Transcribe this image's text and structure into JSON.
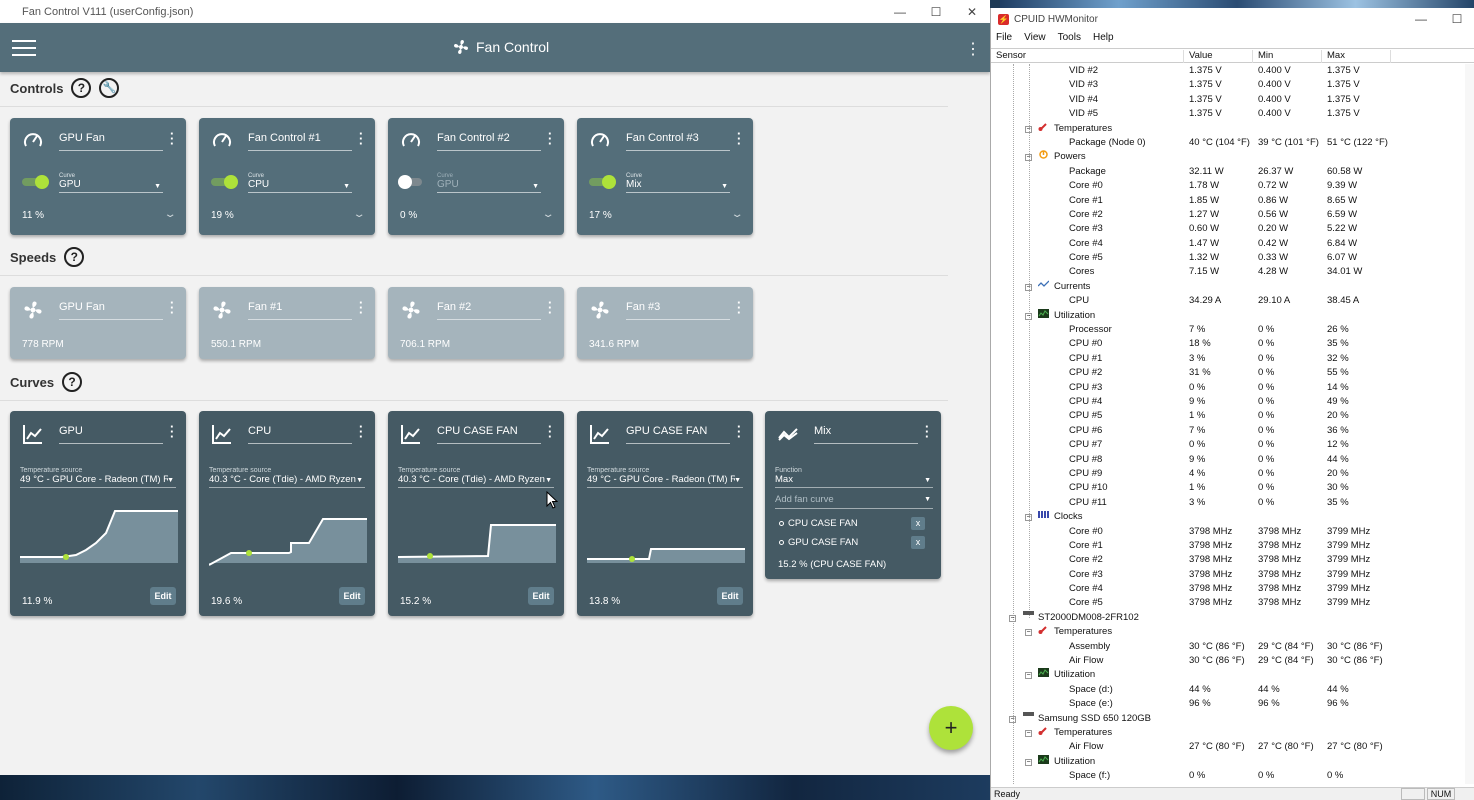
{
  "fan_control": {
    "window_title": "Fan Control V111 (userConfig.json)",
    "app_title": "Fan Control",
    "sections": {
      "controls": "Controls",
      "speeds": "Speeds",
      "curves": "Curves"
    },
    "controls": [
      {
        "name": "GPU Fan",
        "curve_label": "Curve",
        "curve": "GPU",
        "percent": "11 %",
        "enabled": true
      },
      {
        "name": "Fan Control #1",
        "curve_label": "Curve",
        "curve": "CPU",
        "percent": "19 %",
        "enabled": true
      },
      {
        "name": "Fan Control #2",
        "curve_label": "Curve",
        "curve": "GPU",
        "percent": "0 %",
        "enabled": false
      },
      {
        "name": "Fan Control #3",
        "curve_label": "Curve",
        "curve": "Mix",
        "percent": "17 %",
        "enabled": true
      }
    ],
    "speeds": [
      {
        "name": "GPU Fan",
        "rpm": "778 RPM"
      },
      {
        "name": "Fan #1",
        "rpm": "550.1 RPM"
      },
      {
        "name": "Fan #2",
        "rpm": "706.1 RPM"
      },
      {
        "name": "Fan #3",
        "rpm": "341.6 RPM"
      }
    ],
    "curves": [
      {
        "name": "GPU",
        "temp_label": "Temperature source",
        "temp_source": "49 °C - GPU Core - Radeon (TM) R",
        "percent": "11.9 %",
        "edit": "Edit"
      },
      {
        "name": "CPU",
        "temp_label": "Temperature source",
        "temp_source": "40.3 °C - Core (Tdie) - AMD Ryzen",
        "percent": "19.6 %",
        "edit": "Edit"
      },
      {
        "name": "CPU CASE FAN",
        "temp_label": "Temperature source",
        "temp_source": "40.3 °C - Core (Tdie) - AMD Ryzen",
        "percent": "15.2 %",
        "edit": "Edit"
      },
      {
        "name": "GPU CASE FAN",
        "temp_label": "Temperature source",
        "temp_source": "49 °C - GPU Core - Radeon (TM) R",
        "percent": "13.8 %",
        "edit": "Edit"
      }
    ],
    "mix": {
      "name": "Mix",
      "function_label": "Function",
      "function": "Max",
      "add_placeholder": "Add fan curve",
      "items": [
        "CPU CASE FAN",
        "GPU CASE FAN"
      ],
      "remove_label": "x",
      "result": "15.2 % (CPU CASE FAN)"
    },
    "fab_label": "+",
    "accent_color": "#aee23a",
    "appbar_color": "#546e7a"
  },
  "hwmonitor": {
    "window_title": "CPUID HWMonitor",
    "logo": "⚡",
    "menu": [
      "File",
      "View",
      "Tools",
      "Help"
    ],
    "columns": [
      "Sensor",
      "Value",
      "Min",
      "Max"
    ],
    "rows": [
      {
        "kind": "item",
        "label": "VID #2",
        "value": "1.375 V",
        "min": "0.400 V",
        "max": "1.375 V"
      },
      {
        "kind": "item",
        "label": "VID #3",
        "value": "1.375 V",
        "min": "0.400 V",
        "max": "1.375 V"
      },
      {
        "kind": "item",
        "label": "VID #4",
        "value": "1.375 V",
        "min": "0.400 V",
        "max": "1.375 V"
      },
      {
        "kind": "item",
        "label": "VID #5",
        "value": "1.375 V",
        "min": "0.400 V",
        "max": "1.375 V"
      },
      {
        "kind": "group",
        "label": "Temperatures",
        "icon": "thermometer-icon"
      },
      {
        "kind": "item",
        "label": "Package (Node 0)",
        "value": "40 °C  (104 °F)",
        "min": "39 °C  (101 °F)",
        "max": "51 °C  (122 °F)"
      },
      {
        "kind": "group",
        "label": "Powers",
        "icon": "power-icon"
      },
      {
        "kind": "item",
        "label": "Package",
        "value": "32.11 W",
        "min": "26.37 W",
        "max": "60.58 W"
      },
      {
        "kind": "item",
        "label": "Core #0",
        "value": "1.78 W",
        "min": "0.72 W",
        "max": "9.39 W"
      },
      {
        "kind": "item",
        "label": "Core #1",
        "value": "1.85 W",
        "min": "0.86 W",
        "max": "8.65 W"
      },
      {
        "kind": "item",
        "label": "Core #2",
        "value": "1.27 W",
        "min": "0.56 W",
        "max": "6.59 W"
      },
      {
        "kind": "item",
        "label": "Core #3",
        "value": "0.60 W",
        "min": "0.20 W",
        "max": "5.22 W"
      },
      {
        "kind": "item",
        "label": "Core #4",
        "value": "1.47 W",
        "min": "0.42 W",
        "max": "6.84 W"
      },
      {
        "kind": "item",
        "label": "Core #5",
        "value": "1.32 W",
        "min": "0.33 W",
        "max": "6.07 W"
      },
      {
        "kind": "item",
        "label": "Cores",
        "value": "7.15 W",
        "min": "4.28 W",
        "max": "34.01 W"
      },
      {
        "kind": "group",
        "label": "Currents",
        "icon": "current-icon"
      },
      {
        "kind": "item",
        "label": "CPU",
        "value": "34.29 A",
        "min": "29.10 A",
        "max": "38.45 A"
      },
      {
        "kind": "group",
        "label": "Utilization",
        "icon": "utilization-icon"
      },
      {
        "kind": "item",
        "label": "Processor",
        "value": "7 %",
        "min": "0 %",
        "max": "26 %"
      },
      {
        "kind": "item",
        "label": "CPU #0",
        "value": "18 %",
        "min": "0 %",
        "max": "35 %"
      },
      {
        "kind": "item",
        "label": "CPU #1",
        "value": "3 %",
        "min": "0 %",
        "max": "32 %"
      },
      {
        "kind": "item",
        "label": "CPU #2",
        "value": "31 %",
        "min": "0 %",
        "max": "55 %"
      },
      {
        "kind": "item",
        "label": "CPU #3",
        "value": "0 %",
        "min": "0 %",
        "max": "14 %"
      },
      {
        "kind": "item",
        "label": "CPU #4",
        "value": "9 %",
        "min": "0 %",
        "max": "49 %"
      },
      {
        "kind": "item",
        "label": "CPU #5",
        "value": "1 %",
        "min": "0 %",
        "max": "20 %"
      },
      {
        "kind": "item",
        "label": "CPU #6",
        "value": "7 %",
        "min": "0 %",
        "max": "36 %"
      },
      {
        "kind": "item",
        "label": "CPU #7",
        "value": "0 %",
        "min": "0 %",
        "max": "12 %"
      },
      {
        "kind": "item",
        "label": "CPU #8",
        "value": "9 %",
        "min": "0 %",
        "max": "44 %"
      },
      {
        "kind": "item",
        "label": "CPU #9",
        "value": "4 %",
        "min": "0 %",
        "max": "20 %"
      },
      {
        "kind": "item",
        "label": "CPU #10",
        "value": "1 %",
        "min": "0 %",
        "max": "30 %"
      },
      {
        "kind": "item",
        "label": "CPU #11",
        "value": "3 %",
        "min": "0 %",
        "max": "35 %"
      },
      {
        "kind": "group",
        "label": "Clocks",
        "icon": "clock-icon"
      },
      {
        "kind": "item",
        "label": "Core #0",
        "value": "3798 MHz",
        "min": "3798 MHz",
        "max": "3799 MHz"
      },
      {
        "kind": "item",
        "label": "Core #1",
        "value": "3798 MHz",
        "min": "3798 MHz",
        "max": "3799 MHz"
      },
      {
        "kind": "item",
        "label": "Core #2",
        "value": "3798 MHz",
        "min": "3798 MHz",
        "max": "3799 MHz"
      },
      {
        "kind": "item",
        "label": "Core #3",
        "value": "3798 MHz",
        "min": "3798 MHz",
        "max": "3799 MHz"
      },
      {
        "kind": "item",
        "label": "Core #4",
        "value": "3798 MHz",
        "min": "3798 MHz",
        "max": "3799 MHz"
      },
      {
        "kind": "item",
        "label": "Core #5",
        "value": "3798 MHz",
        "min": "3798 MHz",
        "max": "3799 MHz"
      },
      {
        "kind": "device",
        "label": "ST2000DM008-2FR102"
      },
      {
        "kind": "group",
        "label": "Temperatures",
        "icon": "thermometer-icon"
      },
      {
        "kind": "item",
        "label": "Assembly",
        "value": "30 °C  (86 °F)",
        "min": "29 °C  (84 °F)",
        "max": "30 °C  (86 °F)"
      },
      {
        "kind": "item",
        "label": "Air Flow",
        "value": "30 °C  (86 °F)",
        "min": "29 °C  (84 °F)",
        "max": "30 °C  (86 °F)"
      },
      {
        "kind": "group",
        "label": "Utilization",
        "icon": "utilization-icon"
      },
      {
        "kind": "item",
        "label": "Space (d:)",
        "value": "44 %",
        "min": "44 %",
        "max": "44 %"
      },
      {
        "kind": "item",
        "label": "Space (e:)",
        "value": "96 %",
        "min": "96 %",
        "max": "96 %"
      },
      {
        "kind": "device",
        "label": "Samsung SSD 650 120GB"
      },
      {
        "kind": "group",
        "label": "Temperatures",
        "icon": "thermometer-icon"
      },
      {
        "kind": "item",
        "label": "Air Flow",
        "value": "27 °C  (80 °F)",
        "min": "27 °C  (80 °F)",
        "max": "27 °C  (80 °F)"
      },
      {
        "kind": "group",
        "label": "Utilization",
        "icon": "utilization-icon"
      },
      {
        "kind": "item",
        "label": "Space (f:)",
        "value": "0 %",
        "min": "0 %",
        "max": "0 %"
      }
    ],
    "status_text": "Ready",
    "status_num": "NUM"
  }
}
